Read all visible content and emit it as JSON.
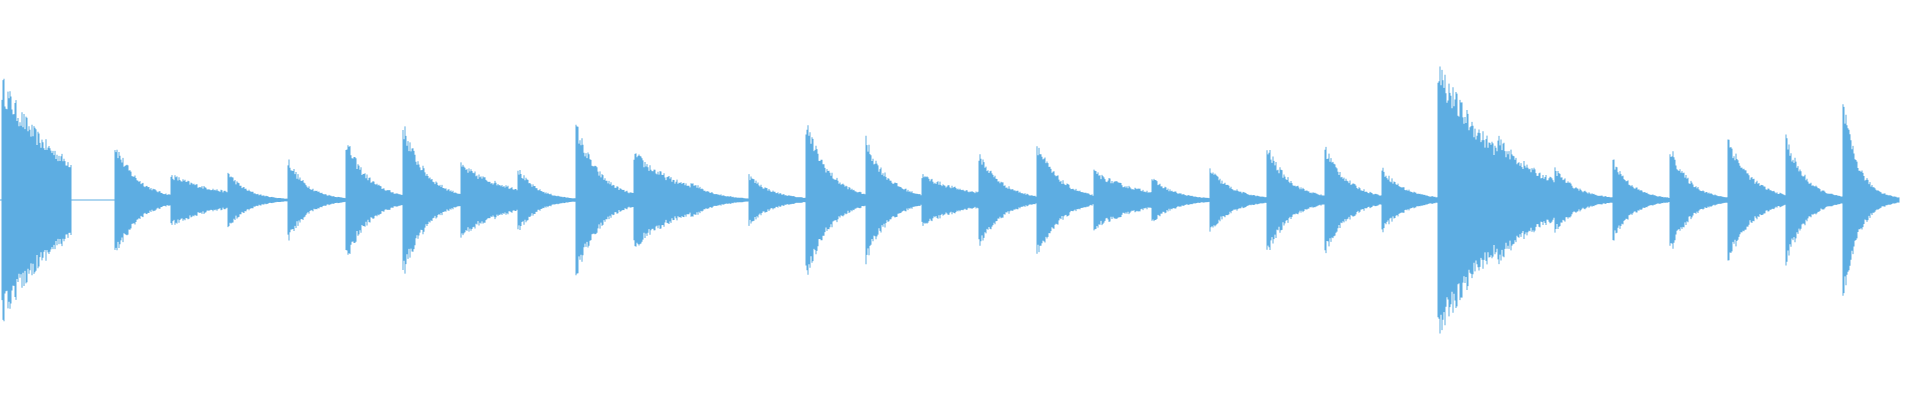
{
  "waveform": {
    "color": "#5dade2",
    "baseline": 0.5,
    "duration_fraction": 0.99,
    "events": [
      {
        "t": 0.001,
        "amp": 0.72,
        "decay": 0.03,
        "sustain": 0.3
      },
      {
        "t": 0.06,
        "amp": 0.36,
        "decay": 0.012,
        "sustain": 0.06
      },
      {
        "t": 0.089,
        "amp": 0.16,
        "decay": 0.026,
        "sustain": 0.12
      },
      {
        "t": 0.119,
        "amp": 0.18,
        "decay": 0.01,
        "sustain": 0.08
      },
      {
        "t": 0.15,
        "amp": 0.26,
        "decay": 0.01,
        "sustain": 0.05
      },
      {
        "t": 0.18,
        "amp": 0.38,
        "decay": 0.012,
        "sustain": 0.06
      },
      {
        "t": 0.21,
        "amp": 0.48,
        "decay": 0.012,
        "sustain": 0.06
      },
      {
        "t": 0.24,
        "amp": 0.22,
        "decay": 0.026,
        "sustain": 0.14
      },
      {
        "t": 0.27,
        "amp": 0.2,
        "decay": 0.01,
        "sustain": 0.08
      },
      {
        "t": 0.3,
        "amp": 0.48,
        "decay": 0.012,
        "sustain": 0.08
      },
      {
        "t": 0.33,
        "amp": 0.3,
        "decay": 0.024,
        "sustain": 0.12
      },
      {
        "t": 0.36,
        "amp": 0.12,
        "decay": 0.012,
        "sustain": 0.08
      },
      {
        "t": 0.39,
        "amp": 0.16,
        "decay": 0.012,
        "sustain": 0.06
      },
      {
        "t": 0.42,
        "amp": 0.5,
        "decay": 0.012,
        "sustain": 0.06
      },
      {
        "t": 0.451,
        "amp": 0.38,
        "decay": 0.012,
        "sustain": 0.06
      },
      {
        "t": 0.48,
        "amp": 0.16,
        "decay": 0.024,
        "sustain": 0.1
      },
      {
        "t": 0.51,
        "amp": 0.3,
        "decay": 0.012,
        "sustain": 0.06
      },
      {
        "t": 0.54,
        "amp": 0.36,
        "decay": 0.012,
        "sustain": 0.06
      },
      {
        "t": 0.57,
        "amp": 0.18,
        "decay": 0.024,
        "sustain": 0.1
      },
      {
        "t": 0.6,
        "amp": 0.14,
        "decay": 0.012,
        "sustain": 0.08
      },
      {
        "t": 0.63,
        "amp": 0.2,
        "decay": 0.012,
        "sustain": 0.07
      },
      {
        "t": 0.66,
        "amp": 0.34,
        "decay": 0.012,
        "sustain": 0.06
      },
      {
        "t": 0.69,
        "amp": 0.34,
        "decay": 0.012,
        "sustain": 0.06
      },
      {
        "t": 0.72,
        "amp": 0.2,
        "decay": 0.012,
        "sustain": 0.06
      },
      {
        "t": 0.749,
        "amp": 0.82,
        "decay": 0.03,
        "sustain": 0.4
      },
      {
        "t": 0.78,
        "amp": 0.38,
        "decay": 0.026,
        "sustain": 0.16
      },
      {
        "t": 0.81,
        "amp": 0.2,
        "decay": 0.012,
        "sustain": 0.06
      },
      {
        "t": 0.84,
        "amp": 0.26,
        "decay": 0.01,
        "sustain": 0.05
      },
      {
        "t": 0.87,
        "amp": 0.34,
        "decay": 0.01,
        "sustain": 0.05
      },
      {
        "t": 0.9,
        "amp": 0.4,
        "decay": 0.012,
        "sustain": 0.06
      },
      {
        "t": 0.93,
        "amp": 0.4,
        "decay": 0.01,
        "sustain": 0.06
      },
      {
        "t": 0.96,
        "amp": 0.62,
        "decay": 0.008,
        "sustain": 0.03
      }
    ]
  }
}
